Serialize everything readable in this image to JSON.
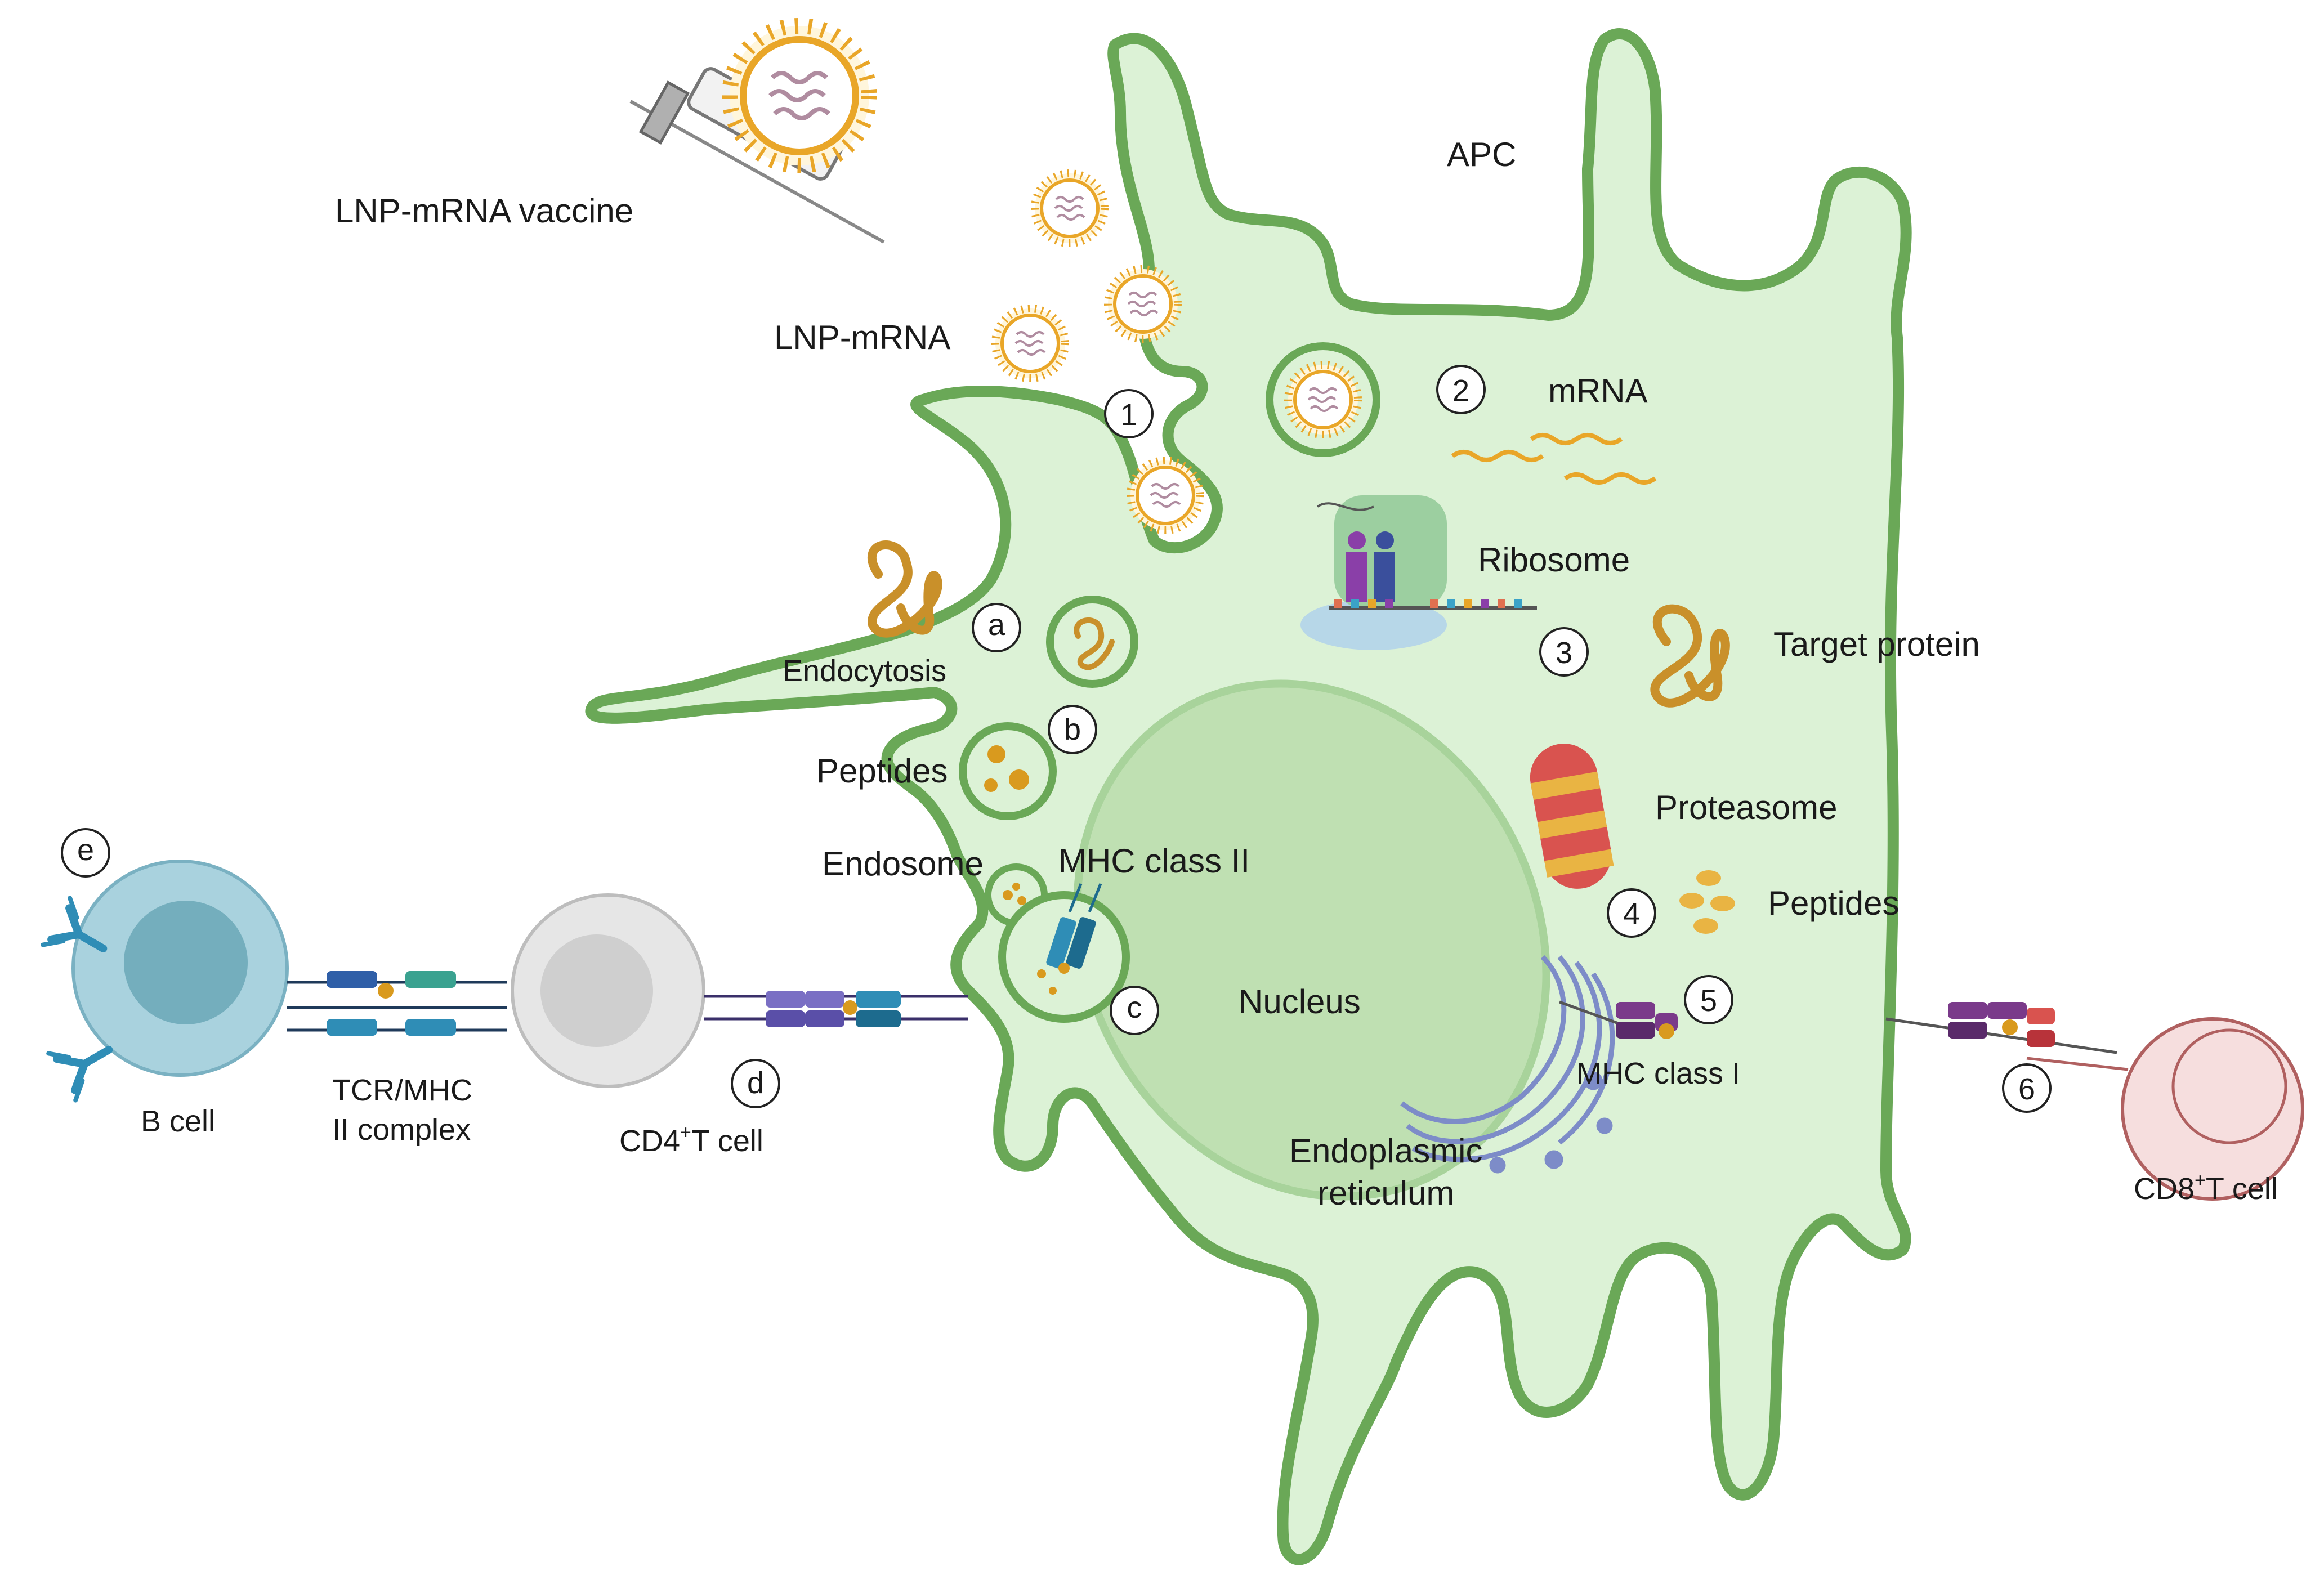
{
  "title": "",
  "labels": {
    "vaccine": "LNP-mRNA vaccine",
    "lnp_mrna": "LNP-mRNA",
    "apc": "APC",
    "mrna": "mRNA",
    "ribosome": "Ribosome",
    "target_protein": "Target protein",
    "endocytosis": "Endocytosis",
    "peptides_left": "Peptides",
    "endosome": "Endosome",
    "mhc_class_ii": "MHC class II",
    "nucleus": "Nucleus",
    "proteasome": "Proteasome",
    "peptides_right": "Peptides",
    "mhc_class_i": "MHC class I",
    "er_line1": "Endoplasmic",
    "er_line2": "reticulum",
    "b_cell": "B cell",
    "tcr_line1": "TCR/MHC",
    "tcr_line2": "II complex",
    "cd4_prefix": "CD4",
    "cd4_sup": "+",
    "cd4_suffix": "T cell",
    "cd8_prefix": "CD8",
    "cd8_sup": "+",
    "cd8_suffix": "T cell"
  },
  "steps": {
    "s1": "1",
    "s2": "2",
    "s3": "3",
    "s4": "4",
    "s5": "5",
    "s6": "6",
    "a": "a",
    "b": "b",
    "c": "c",
    "d": "d",
    "e": "e"
  },
  "colors": {
    "cell_fill": "#dcf2d6",
    "cell_outline": "#6aa857",
    "nucleus_fill": "#bfe0b2",
    "lnp_gold": "#e9a628",
    "protein": "#c9902a",
    "b_cell": "#a9d2de",
    "t_cell": "#e6e6e6",
    "cd8_cell": "#f6dede",
    "er": "#7d8cc8",
    "proteasome_red": "#d9534f",
    "proteasome_yellow": "#e9b443"
  }
}
